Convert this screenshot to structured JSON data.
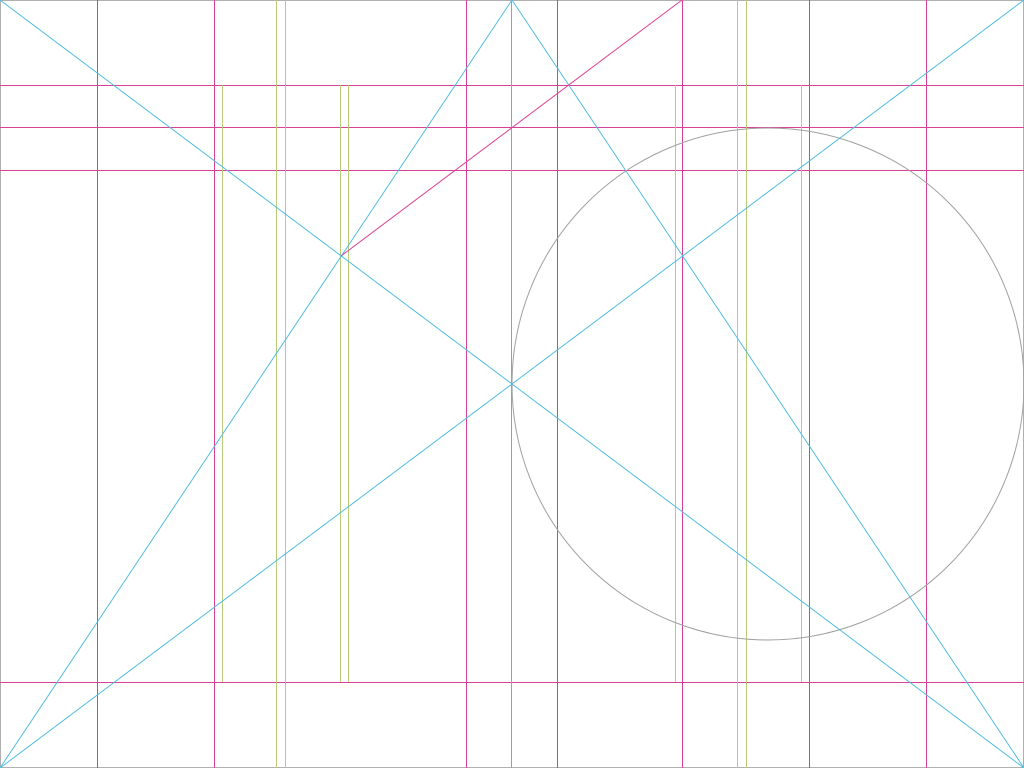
{
  "colors": {
    "background": "#ffffff",
    "border": "#b0b0b0",
    "magenta": "#d9409a",
    "cyan": "#4fbfe0",
    "olive": "#b8cc7a",
    "gray": "#a0a0a0"
  },
  "guides": {
    "vertical_magenta": 8,
    "horizontal_magenta": 4,
    "vertical_olive_pairs": 5,
    "vertical_gray": 1,
    "diagonals_cyan": 4,
    "diagonal_magenta": 1,
    "circles": 1
  }
}
